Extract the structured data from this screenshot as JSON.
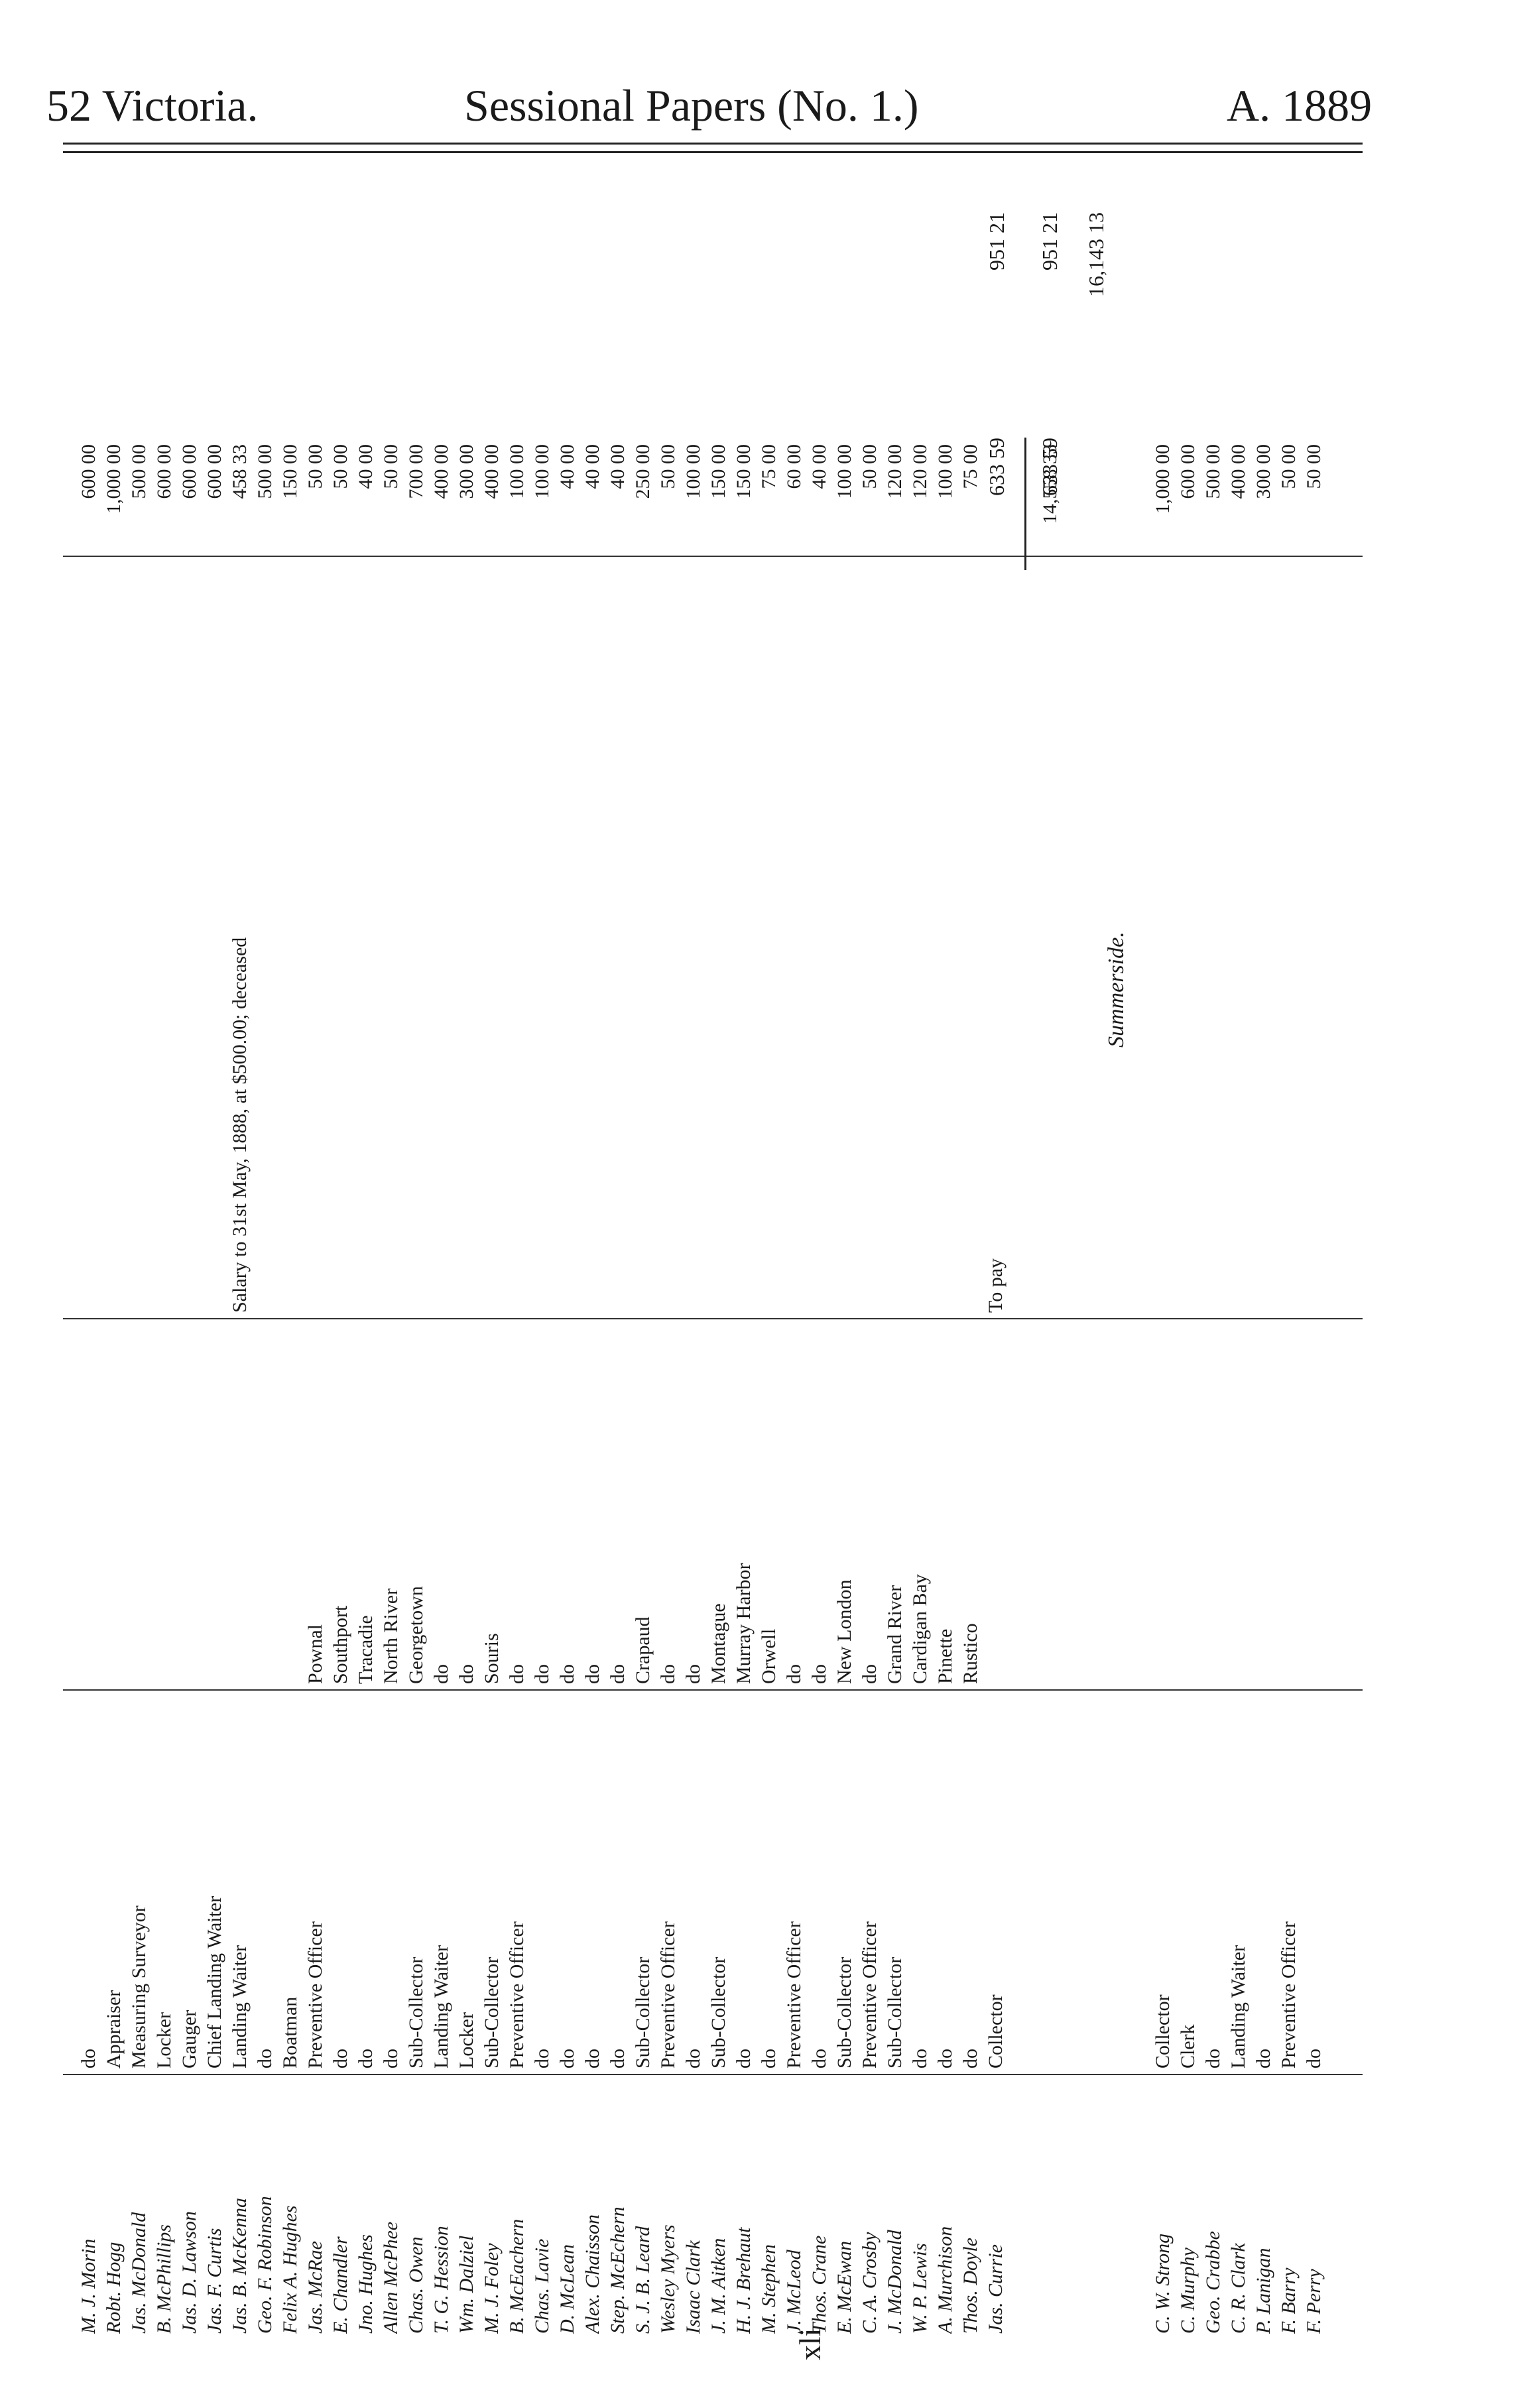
{
  "header": {
    "left": "52 Victoria.",
    "center": "Sessional Papers (No. 1.)",
    "right": "A. 1889"
  },
  "folio": "xli",
  "totals": {
    "grand": "16,143 13",
    "col_a": "633 59",
    "col_a_repeat": "633 59",
    "col_b": "951 21",
    "col_b_repeat": "951 21",
    "sub_total": "14,558 33"
  },
  "section_summerside": "Summerside.",
  "rows_charlottetown": [
    {
      "name": "M. J. Morin",
      "office": "do",
      "place": "",
      "remark": "",
      "salary": "600 00"
    },
    {
      "name": "Robt. Hogg",
      "office": "Appraiser",
      "place": "",
      "remark": "",
      "salary": "1,000 00"
    },
    {
      "name": "Jas. McDonald",
      "office": "Measuring Surveyor",
      "place": "",
      "remark": "",
      "salary": "500 00"
    },
    {
      "name": "B. McPhillips",
      "office": "Locker",
      "place": "",
      "remark": "",
      "salary": "600 00"
    },
    {
      "name": "Jas. D. Lawson",
      "office": "Gauger",
      "place": "",
      "remark": "",
      "salary": "600 00"
    },
    {
      "name": "Jas. F. Curtis",
      "office": "Chief Landing Waiter",
      "place": "",
      "remark": "",
      "salary": "600 00"
    },
    {
      "name": "Jas. B. McKenna",
      "office": "Landing Waiter",
      "place": "",
      "remark": "Salary to 31st May, 1888, at $500.00; deceased",
      "salary": "458 33"
    },
    {
      "name": "Geo. F. Robinson",
      "office": "do",
      "place": "",
      "remark": "",
      "salary": "500 00"
    },
    {
      "name": "Felix A. Hughes",
      "office": "Boatman",
      "place": "",
      "remark": "",
      "salary": "150 00"
    },
    {
      "name": "Jas. McRae",
      "office": "Preventive Officer",
      "place": "Pownal",
      "remark": "",
      "salary": "50 00"
    },
    {
      "name": "E. Chandler",
      "office": "do",
      "place": "Southport",
      "remark": "",
      "salary": "50 00"
    },
    {
      "name": "Jno. Hughes",
      "office": "do",
      "place": "Tracadie",
      "remark": "",
      "salary": "40 00"
    },
    {
      "name": "Allen McPhee",
      "office": "do",
      "place": "North River",
      "remark": "",
      "salary": "50 00"
    },
    {
      "name": "Chas. Owen",
      "office": "Sub-Collector",
      "place": "Georgetown",
      "remark": "",
      "salary": "700 00"
    },
    {
      "name": "T. G. Hession",
      "office": "Landing Waiter",
      "place": "do",
      "remark": "",
      "salary": "400 00"
    },
    {
      "name": "Wm. Dalziel",
      "office": "Locker",
      "place": "do",
      "remark": "",
      "salary": "300 00"
    },
    {
      "name": "M. J. Foley",
      "office": "Sub-Collector",
      "place": "Souris",
      "remark": "",
      "salary": "400 00"
    },
    {
      "name": "B. McEachern",
      "office": "Preventive Officer",
      "place": "do",
      "remark": "",
      "salary": "100 00"
    },
    {
      "name": "Chas. Lavie",
      "office": "do",
      "place": "do",
      "remark": "",
      "salary": "100 00"
    },
    {
      "name": "D. McLean",
      "office": "do",
      "place": "do",
      "remark": "",
      "salary": "40 00"
    },
    {
      "name": "Alex. Chaisson",
      "office": "do",
      "place": "do",
      "remark": "",
      "salary": "40 00"
    },
    {
      "name": "Step. McEchern",
      "office": "do",
      "place": "do",
      "remark": "",
      "salary": "40 00"
    },
    {
      "name": "S. J. B. Leard",
      "office": "Sub-Collector",
      "place": "Crapaud",
      "remark": "",
      "salary": "250 00"
    },
    {
      "name": "Wesley Myers",
      "office": "Preventive Officer",
      "place": "do",
      "remark": "",
      "salary": "50 00"
    },
    {
      "name": "Isaac Clark",
      "office": "do",
      "place": "do",
      "remark": "",
      "salary": "100 00"
    },
    {
      "name": "J. M. Aitken",
      "office": "Sub-Collector",
      "place": "Montague",
      "remark": "",
      "salary": "150 00"
    },
    {
      "name": "H. J. Brehaut",
      "office": "do",
      "place": "Murray Harbor",
      "remark": "",
      "salary": "150 00"
    },
    {
      "name": "M. Stephen",
      "office": "do",
      "place": "Orwell",
      "remark": "",
      "salary": "75 00"
    },
    {
      "name": "J. McLeod",
      "office": "Preventive Officer",
      "place": "do",
      "remark": "",
      "salary": "60 00"
    },
    {
      "name": "Thos. Crane",
      "office": "do",
      "place": "do",
      "remark": "",
      "salary": "40 00"
    },
    {
      "name": "E. McEwan",
      "office": "Sub-Collector",
      "place": "New London",
      "remark": "",
      "salary": "100 00"
    },
    {
      "name": "C. A. Crosby",
      "office": "Preventive Officer",
      "place": "do",
      "remark": "",
      "salary": "50 00"
    },
    {
      "name": "J. McDonald",
      "office": "Sub-Collector",
      "place": "Grand River",
      "remark": "",
      "salary": "120 00"
    },
    {
      "name": "W. P. Lewis",
      "office": "do",
      "place": "Cardigan Bay",
      "remark": "",
      "salary": "120 00"
    },
    {
      "name": "A. Murchison",
      "office": "do",
      "place": "Pinette",
      "remark": "",
      "salary": "100 00"
    },
    {
      "name": "Thos. Doyle",
      "office": "do",
      "place": "Rustico",
      "remark": "",
      "salary": "75 00"
    },
    {
      "name": "Jas. Currie",
      "office": "Collector",
      "place": "",
      "remark": "To pay",
      "salary": ""
    }
  ],
  "rows_summerside": [
    {
      "name": "C. W. Strong",
      "office": "Collector",
      "salary": "1,000 00"
    },
    {
      "name": "C. Murphy",
      "office": "Clerk",
      "salary": "600 00"
    },
    {
      "name": "Geo. Crabbe",
      "office": "do",
      "salary": "500 00"
    },
    {
      "name": "C. R. Clark",
      "office": "Landing Waiter",
      "salary": "400 00"
    },
    {
      "name": "P. Lanigan",
      "office": "do",
      "salary": "300 00"
    },
    {
      "name": "F. Barry",
      "office": "Preventive Officer",
      "salary": "50 00"
    },
    {
      "name": "F. Perry",
      "office": "do",
      "salary": "50 00"
    }
  ]
}
